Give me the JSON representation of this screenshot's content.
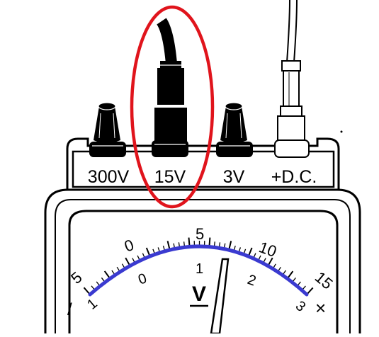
{
  "terminals": [
    {
      "label": "300V"
    },
    {
      "label": "15V"
    },
    {
      "label": "3V"
    },
    {
      "label": "+D.C."
    }
  ],
  "scale": {
    "outer_labels": [
      "5",
      "0",
      "5",
      "10",
      "15"
    ],
    "inner_labels": [
      "1",
      "0",
      "1",
      "2",
      "3"
    ],
    "left_symbol": "/",
    "right_symbol": "×"
  },
  "unit": "V",
  "colors": {
    "highlight": "#e0141c",
    "scale_arc": "#3a3ad0",
    "ink": "#000000",
    "body": "#ffffff"
  },
  "icons": {
    "highlight": "red-ellipse-highlight",
    "cables": "test-lead-cable-icon"
  }
}
